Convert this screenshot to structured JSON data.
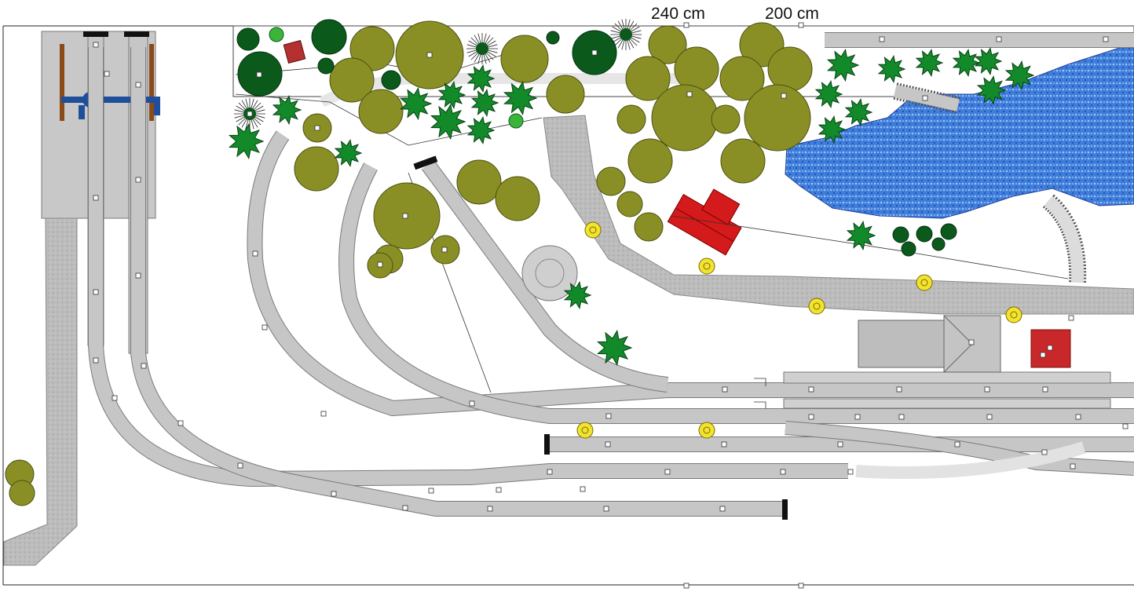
{
  "dimensions": {
    "width_1": "240 cm",
    "width_2": "200 cm"
  },
  "colors": {
    "track": "#c6c6c6",
    "track_edge": "#7a7a7a",
    "road": "#b8b8b8",
    "water": "#2f6fd6",
    "water_light": "#7fb0ee",
    "tree_olive": "#8a8f25",
    "tree_dark": "#0b5a1c",
    "tree_green": "#138a2a",
    "building_red": "#d41a1a",
    "building_grey": "#bdbdbd",
    "turntable_blue": "#1f4f9a",
    "lamp_yellow": "#f2e330"
  },
  "legend_icons": [
    "track-piece",
    "road",
    "lake",
    "tree",
    "building",
    "turntable",
    "buffer-stop",
    "street-lamp"
  ]
}
